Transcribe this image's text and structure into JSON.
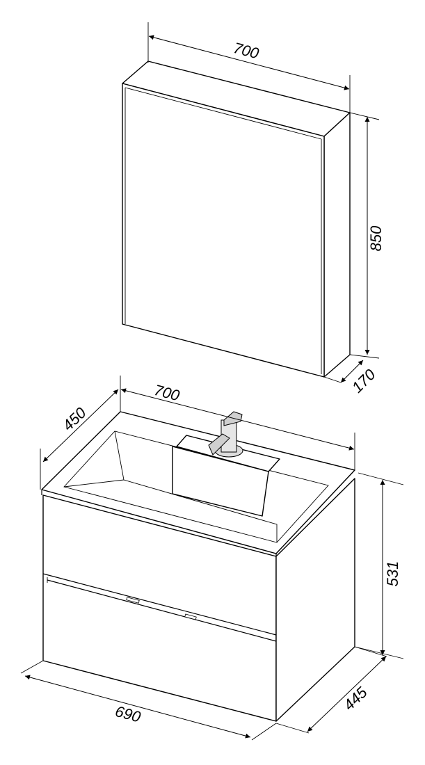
{
  "dimensions": {
    "cabinet_width": "700",
    "cabinet_height": "850",
    "cabinet_depth": "170",
    "vanity_top_width": "700",
    "vanity_top_depth": "450",
    "vanity_height": "531",
    "vanity_body_width": "690",
    "vanity_body_depth": "445"
  }
}
